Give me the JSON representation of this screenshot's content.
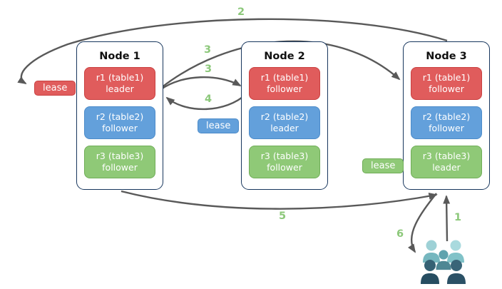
{
  "nodes": [
    {
      "title": "Node 1",
      "replicas": [
        {
          "name": "r1 (table1)",
          "role": "leader",
          "color": "red"
        },
        {
          "name": "r2 (table2)",
          "role": "follower",
          "color": "blue"
        },
        {
          "name": "r3 (table3)",
          "role": "follower",
          "color": "green"
        }
      ]
    },
    {
      "title": "Node 2",
      "replicas": [
        {
          "name": "r1 (table1)",
          "role": "follower",
          "color": "red"
        },
        {
          "name": "r2 (table2)",
          "role": "leader",
          "color": "blue"
        },
        {
          "name": "r3 (table3)",
          "role": "follower",
          "color": "green"
        }
      ]
    },
    {
      "title": "Node 3",
      "replicas": [
        {
          "name": "r1 (table1)",
          "role": "follower",
          "color": "red"
        },
        {
          "name": "r2 (table2)",
          "role": "follower",
          "color": "blue"
        },
        {
          "name": "r3 (table3)",
          "role": "leader",
          "color": "green"
        }
      ]
    }
  ],
  "leases": [
    {
      "label": "lease",
      "color": "#E05C5C"
    },
    {
      "label": "lease",
      "color": "#63A0DB"
    },
    {
      "label": "lease",
      "color": "#8FC977"
    }
  ],
  "steps": [
    {
      "label": "1"
    },
    {
      "label": "2"
    },
    {
      "label": "3"
    },
    {
      "label": "3"
    },
    {
      "label": "4"
    },
    {
      "label": "5"
    },
    {
      "label": "6"
    }
  ],
  "colors": {
    "replica_red": "#E05C5C",
    "replica_blue": "#63A0DB",
    "replica_green": "#8FC977",
    "node_border": "#17365D",
    "arrow_gray": "#595959",
    "step_green": "#8CC87A",
    "users_light_teal": "#9ED1D6",
    "users_mid_teal": "#5FA3AE",
    "users_dark_navy": "#264D61"
  }
}
